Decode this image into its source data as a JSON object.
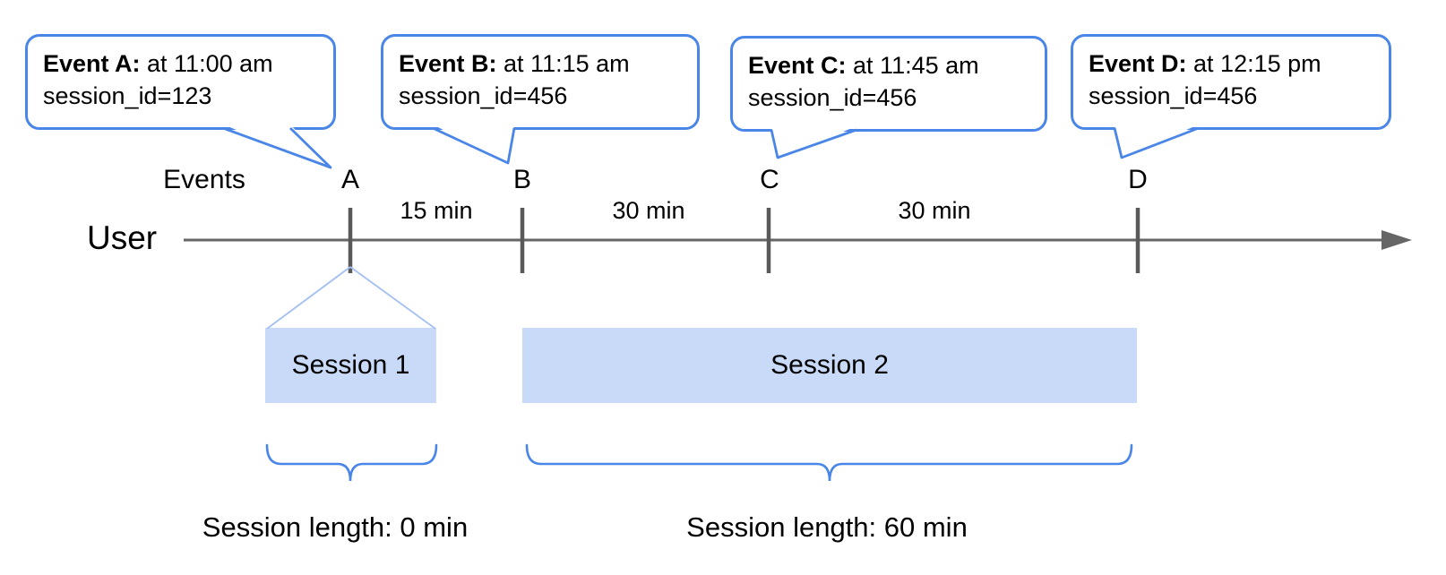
{
  "figure": {
    "bubbles": [
      {
        "tick": "A",
        "title": "Event A:",
        "time": " at 11:00 am",
        "session_id": "session_id=123"
      },
      {
        "tick": "B",
        "title": "Event B:",
        "time": " at 11:15 am",
        "session_id": "session_id=456"
      },
      {
        "tick": "C",
        "title": "Event C:",
        "time": " at 11:45 am",
        "session_id": "session_id=456"
      },
      {
        "tick": "D",
        "title": "Event D:",
        "time": " at 12:15 pm",
        "session_id": "session_id=456"
      }
    ],
    "axis": {
      "events_label": "Events",
      "user_label": "User"
    },
    "intervals": [
      {
        "label": "15 min",
        "between": "A-B"
      },
      {
        "label": "30 min",
        "between": "B-C"
      },
      {
        "label": "30 min",
        "between": "C-D"
      }
    ],
    "sessions": [
      {
        "label": "Session 1",
        "length_label": "Session length: 0 min"
      },
      {
        "label": "Session 2",
        "length_label": "Session length: 60 min"
      }
    ],
    "colors": {
      "accent_blue": "#4a86e8",
      "session_fill": "#c9daf8",
      "fan_line": "#a7c2f2",
      "line_gray": "#666666",
      "tick_gray": "#595959",
      "text": "#000000"
    }
  }
}
